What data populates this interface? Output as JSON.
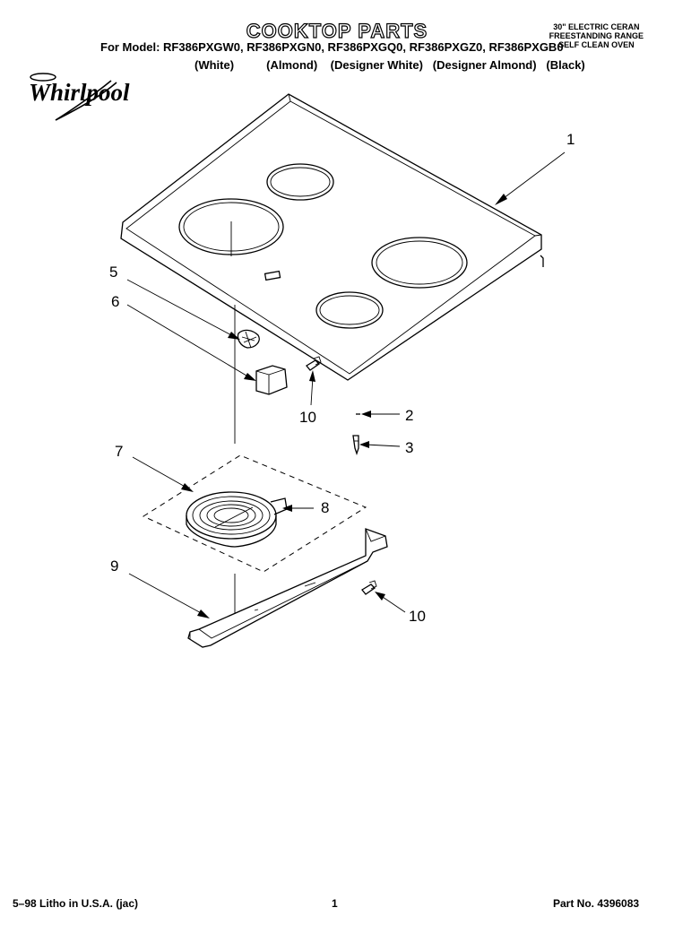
{
  "header": {
    "title": "COOKTOP PARTS",
    "models": "For Model: RF386PXGW0, RF386PXGN0, RF386PXGQ0, RF386PXGZ0, RF386PXGB0",
    "colors": "(White)          (Almond)    (Designer White)   (Designer Almond)   (Black)",
    "description": [
      "30\" ELECTRIC CERAN",
      "FREESTANDING RANGE",
      "SELF CLEAN OVEN"
    ]
  },
  "logo": {
    "brand": "Whirlpool"
  },
  "callouts": [
    "1",
    "2",
    "3",
    "5",
    "6",
    "7",
    "8",
    "9",
    "10",
    "10"
  ],
  "footer": {
    "litho": "5–98 Litho in U.S.A. (jac)",
    "page": "1",
    "part_no": "Part No. 4396083"
  }
}
